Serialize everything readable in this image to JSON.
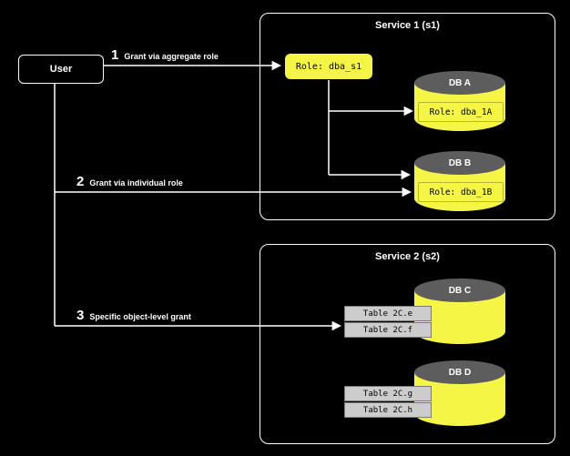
{
  "user": {
    "label": "User"
  },
  "arrows": [
    {
      "num": "1",
      "label": "Grant via aggregate role"
    },
    {
      "num": "2",
      "label": "Grant via individual role"
    },
    {
      "num": "3",
      "label": "Specific object-level grant"
    }
  ],
  "service1": {
    "title": "Service 1 (s1)",
    "aggregate_role": "Role: dba_s1",
    "databases": [
      {
        "name": "DB A",
        "role": "Role: dba_1A"
      },
      {
        "name": "DB B",
        "role": "Role: dba_1B"
      }
    ]
  },
  "service2": {
    "title": "Service 2 (s2)",
    "databases": [
      {
        "name": "DB C",
        "tables": [
          "Table 2C.e",
          "Table 2C.f"
        ]
      },
      {
        "name": "DB D",
        "tables": [
          "Table 2C.g",
          "Table 2C.h"
        ]
      }
    ]
  },
  "colors": {
    "background": "#000000",
    "line": "#ffffff",
    "yellow": "#f5f545",
    "graytop": "#5d5d5d",
    "tablegray": "#cccccc"
  }
}
